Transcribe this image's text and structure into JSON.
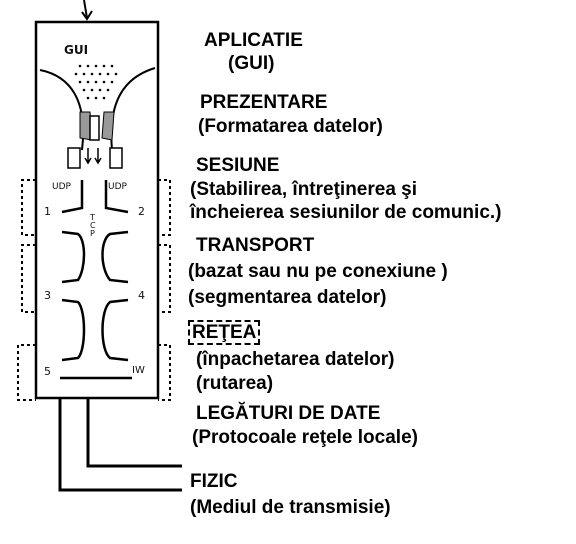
{
  "layers": [
    {
      "title": "APLICATIE",
      "lines": [
        "(GUI)"
      ]
    },
    {
      "title": "PREZENTARE",
      "lines": [
        "(Formatarea datelor)"
      ]
    },
    {
      "title": "SESIUNE",
      "lines": [
        "(Stabilirea, întreţinerea şi",
        "încheierea sesiunilor de comunic.)"
      ]
    },
    {
      "title": "TRANSPORT",
      "lines": [
        "(bazat sau nu pe conexiune )",
        "(segmentarea datelor)"
      ]
    },
    {
      "title": "REŢEA",
      "lines": [
        "(înpachetarea datelor)",
        "(rutarea)"
      ]
    },
    {
      "title": "LEGĂTURI DE DATE",
      "lines": [
        "(Protocoale reţele locale)"
      ]
    },
    {
      "title": "FIZIC",
      "lines": [
        "(Mediul de transmisie)"
      ]
    }
  ],
  "sketch": {
    "gui": "GUI",
    "udp_left": "UDP",
    "udp_right": "UDP",
    "tcp": "T C P",
    "num1": "1",
    "num2": "2",
    "num3": "3",
    "num4": "4",
    "num5": "5",
    "num6": "IW"
  }
}
